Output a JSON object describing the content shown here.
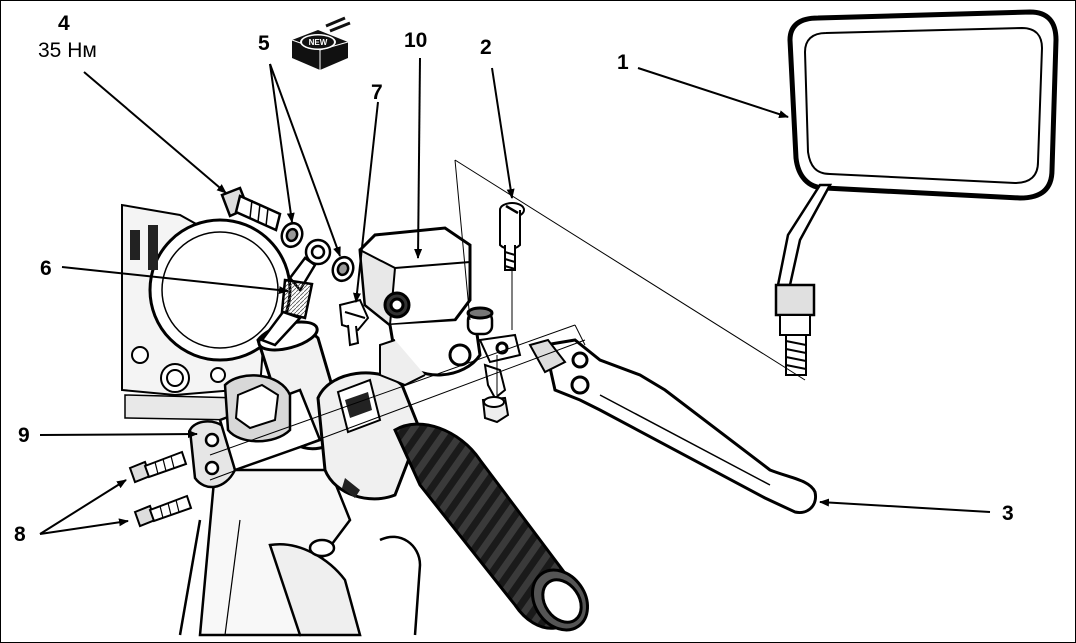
{
  "callouts": {
    "c1": "1",
    "c2": "2",
    "c3": "3",
    "c4": "4",
    "c5": "5",
    "c6": "6",
    "c7": "7",
    "c8": "8",
    "c9": "9",
    "c10": "10"
  },
  "torque_spec": "35 Нм",
  "new_badge": "NEW",
  "colors": {
    "ink": "#000000",
    "paper": "#ffffff",
    "shade": "#9a9a9a"
  }
}
